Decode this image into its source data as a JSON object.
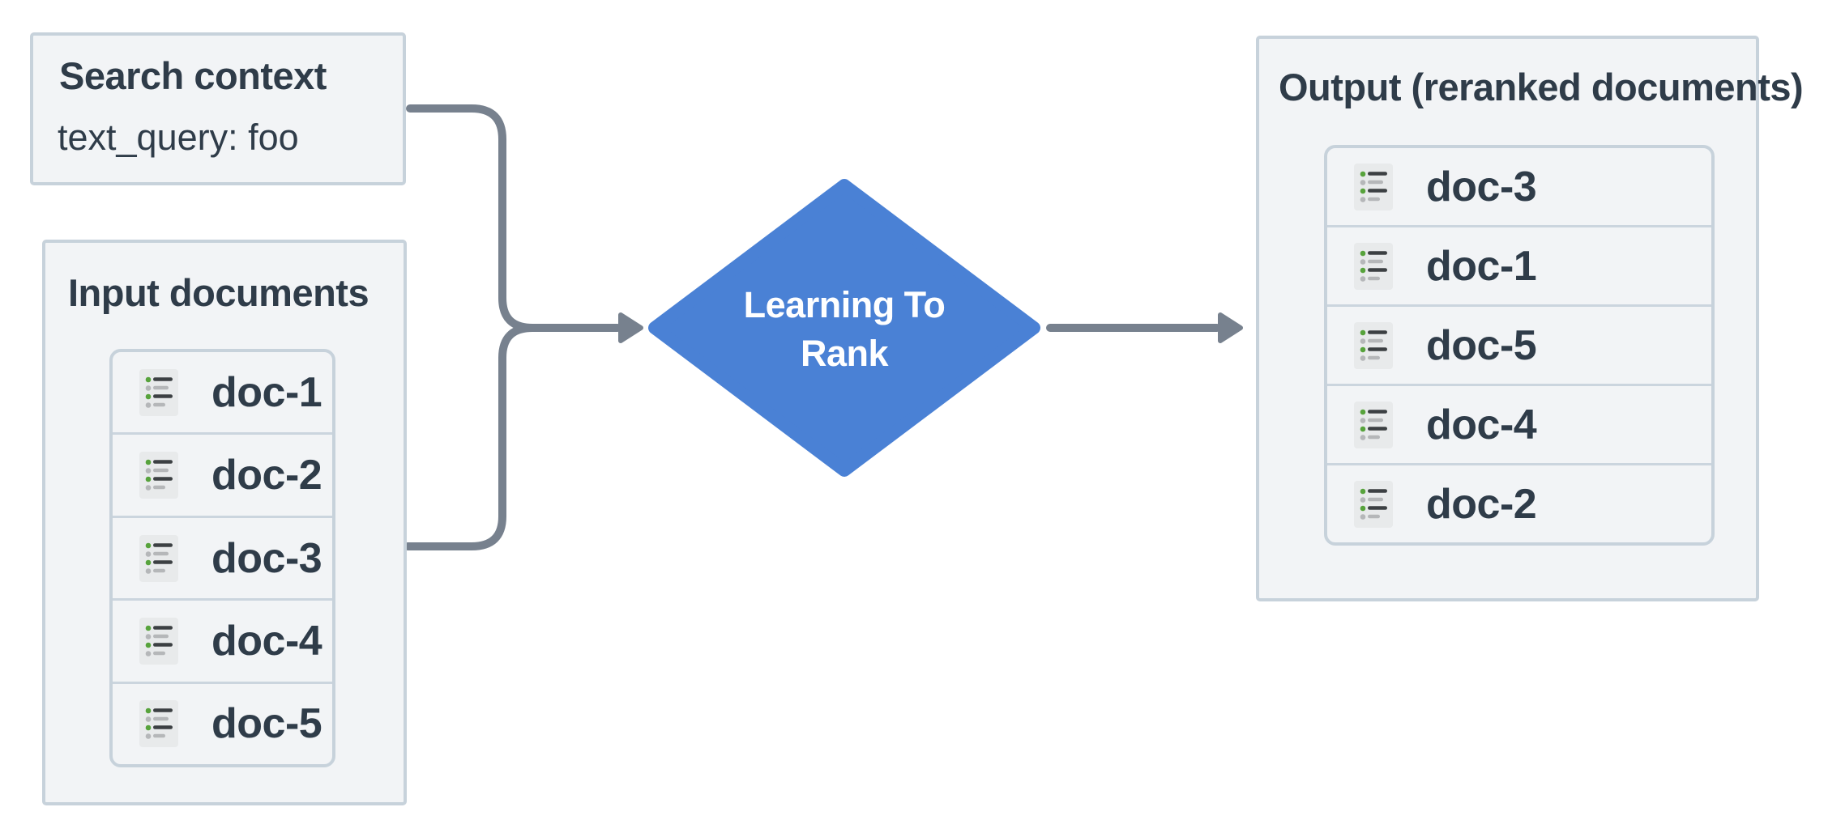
{
  "search_context": {
    "title": "Search context",
    "query": "text_query: foo"
  },
  "input_documents": {
    "title": "Input documents",
    "items": [
      "doc-1",
      "doc-2",
      "doc-3",
      "doc-4",
      "doc-5"
    ]
  },
  "process_node": {
    "label": "Learning To Rank",
    "label_line1": "Learning To",
    "label_line2": "Rank"
  },
  "output_documents": {
    "title": "Output (reranked documents)",
    "items": [
      "doc-3",
      "doc-1",
      "doc-5",
      "doc-4",
      "doc-2"
    ]
  },
  "icons": {
    "doc_icon": "list-icon"
  },
  "colors": {
    "node_blue": "#4a81d5",
    "connector_gray": "#77818e",
    "panel_bg": "#f2f4f6",
    "panel_border": "#c7d2db",
    "text_dark": "#2f3c49",
    "icon_green": "#57a33c",
    "icon_dark_bar": "#3c4043",
    "icon_gray": "#b5b7b9"
  }
}
